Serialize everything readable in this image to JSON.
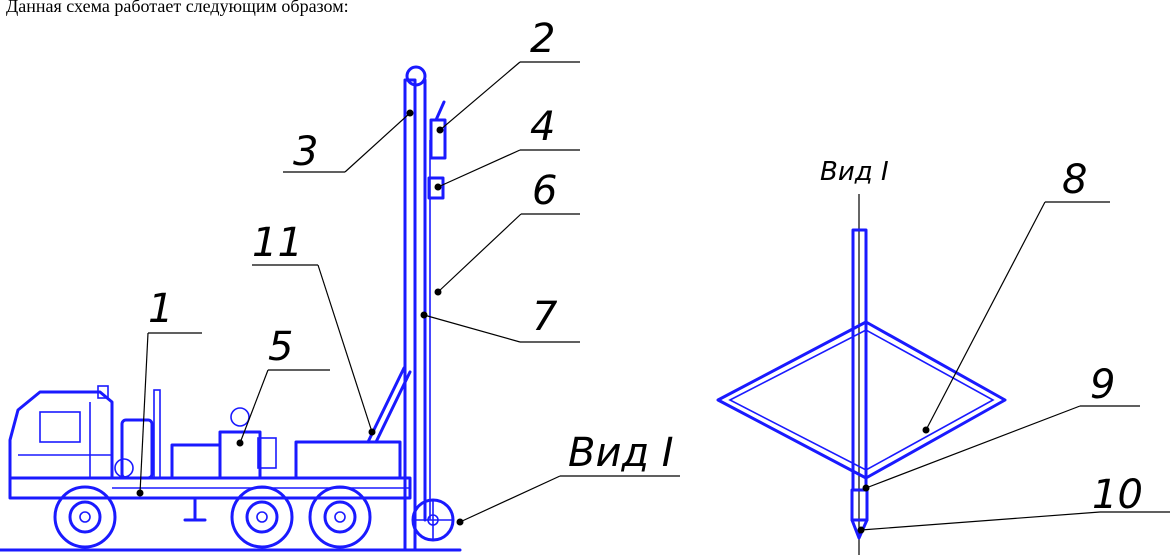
{
  "caption": "Данная схема работает следующим образом:",
  "callouts": [
    {
      "id": "1",
      "text": "1"
    },
    {
      "id": "2",
      "text": "2"
    },
    {
      "id": "3",
      "text": "3"
    },
    {
      "id": "4",
      "text": "4"
    },
    {
      "id": "5",
      "text": "5"
    },
    {
      "id": "6",
      "text": "6"
    },
    {
      "id": "7",
      "text": "7"
    },
    {
      "id": "8",
      "text": "8"
    },
    {
      "id": "9",
      "text": "9"
    },
    {
      "id": "10",
      "text": "10"
    },
    {
      "id": "11",
      "text": "11"
    }
  ],
  "view_label": "Вид I",
  "view_title": "Вид I",
  "colors": {
    "drawing": "#1a1aff",
    "leaders": "#000000",
    "background": "#ffffff"
  }
}
